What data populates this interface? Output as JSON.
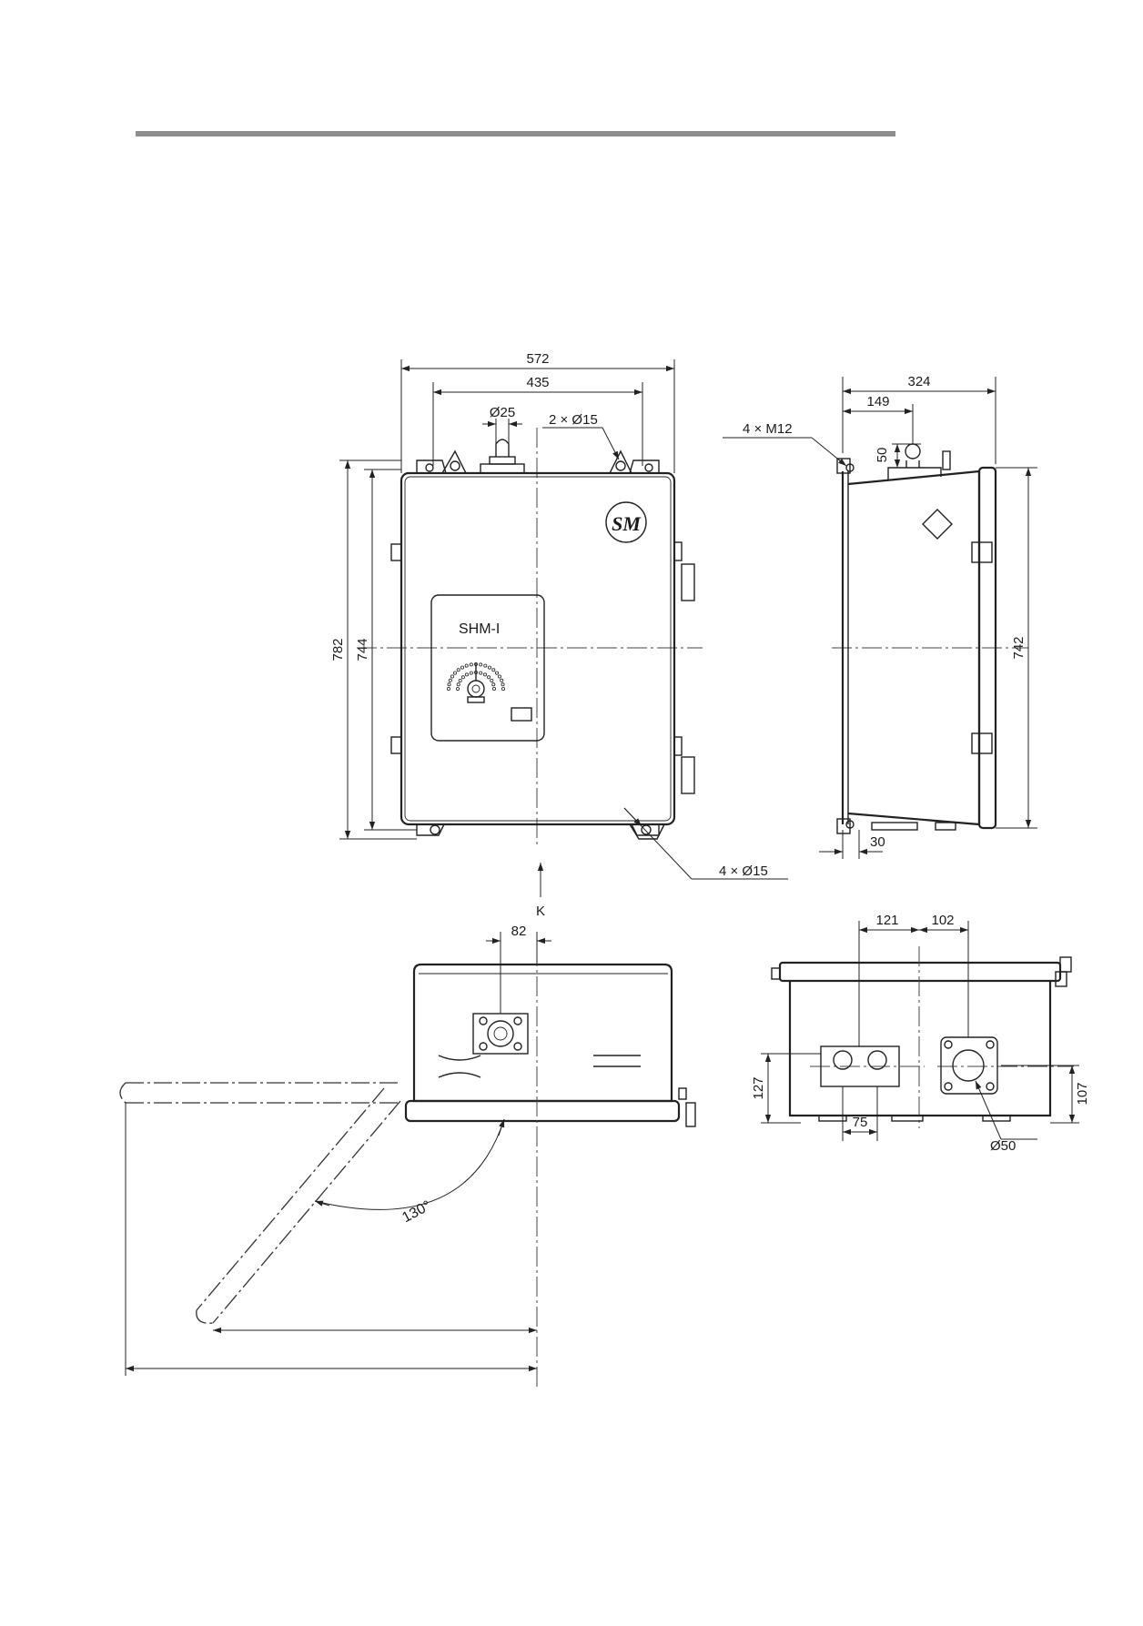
{
  "dimensions": {
    "front_width_outer": "572",
    "front_width_holes": "435",
    "cable_gland_dia": "Ø25",
    "top_holes": "2 × Ø15",
    "height_overall": "782",
    "height_body": "744",
    "bottom_holes": "4 × Ø15",
    "side_depth": "324",
    "side_offset": "149",
    "side_top": "50",
    "side_threads": "4 × M12",
    "side_height": "742",
    "side_bracket": "30",
    "bottom_offset": "82",
    "end_offset_left": "121",
    "end_offset_right": "102",
    "end_height_left": "127",
    "end_height_right": "107",
    "end_hole_pitch": "75",
    "end_hole_dia": "Ø50",
    "door_angle": "130°"
  },
  "labels": {
    "model": "SHM-I",
    "view_marker": "K"
  },
  "logo": "SM",
  "colors": {
    "line": "#222222",
    "rule": "#8e8e8e"
  }
}
